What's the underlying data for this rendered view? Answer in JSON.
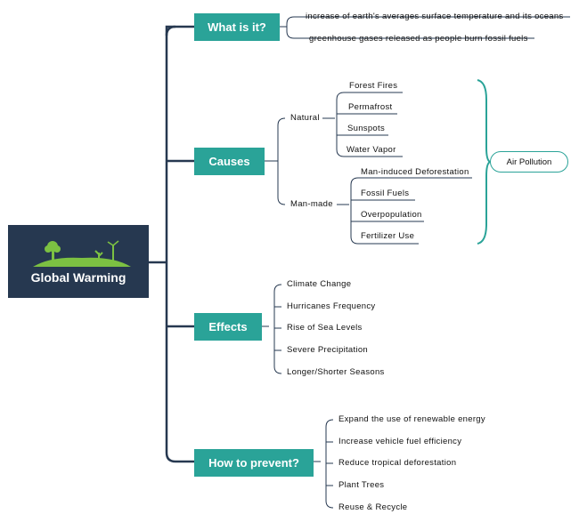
{
  "root": {
    "title": "Global Warming"
  },
  "colors": {
    "root_bg": "#263850",
    "branch_bg": "#2aa398",
    "line": "#263850",
    "accent_line": "#2aa398"
  },
  "branches": {
    "what": {
      "label": "What is it?",
      "items": [
        "increase of earth's averages surface temperature and its oceans",
        "greenhouse gases released as people burn fossil fuels"
      ]
    },
    "causes": {
      "label": "Causes",
      "natural": {
        "label": "Natural",
        "items": [
          "Forest Fires",
          "Permafrost",
          "Sunspots",
          "Water Vapor"
        ]
      },
      "manmade": {
        "label": "Man-made",
        "items": [
          "Man-induced Deforestation",
          "Fossil Fuels",
          "Overpopulation",
          "Fertilizer Use"
        ]
      },
      "summary": "Air Pollution"
    },
    "effects": {
      "label": "Effects",
      "items": [
        "Climate Change",
        "Hurricanes Frequency",
        "Rise of Sea Levels",
        "Severe Precipitation",
        "Longer/Shorter Seasons"
      ]
    },
    "prevent": {
      "label": "How to prevent?",
      "items": [
        "Expand the use of renewable energy",
        "Increase vehicle fuel efficiency",
        "Reduce tropical deforestation",
        "Plant Trees",
        "Reuse & Recycle"
      ]
    }
  }
}
